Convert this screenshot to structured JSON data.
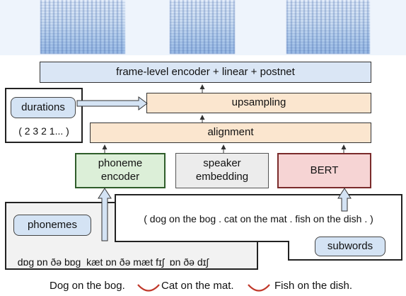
{
  "decoder": {
    "encoder_label": "frame-level encoder + linear + postnet",
    "upsampling_label": "upsampling",
    "alignment_label": "alignment"
  },
  "durations": {
    "label": "durations",
    "values": "( 2 3 2 1... )"
  },
  "modules": {
    "phoneme_encoder": "phoneme\nencoder",
    "speaker_embedding": "speaker\nembedding",
    "bert": "BERT"
  },
  "phonemes": {
    "label": "phonemes",
    "text": "dɒg ɒn ðə bɒg  kæt ɒn ðə mæt fɪʃ  ɒn ðə dɪʃ"
  },
  "subwords": {
    "label": "subwords",
    "text": "( dog on the bog . cat on the mat . fish on the dish . )"
  },
  "sentences": {
    "s1": "Dog on the bog.",
    "s2": "Cat on the mat.",
    "s3": "Fish on the dish."
  },
  "colors": {
    "blue_fill": "#dae6f5",
    "orange_fill": "#fbe6cf",
    "green_fill": "#dcefd8",
    "red_fill": "#f6d4d4",
    "pause_mark": "#c0392b"
  }
}
